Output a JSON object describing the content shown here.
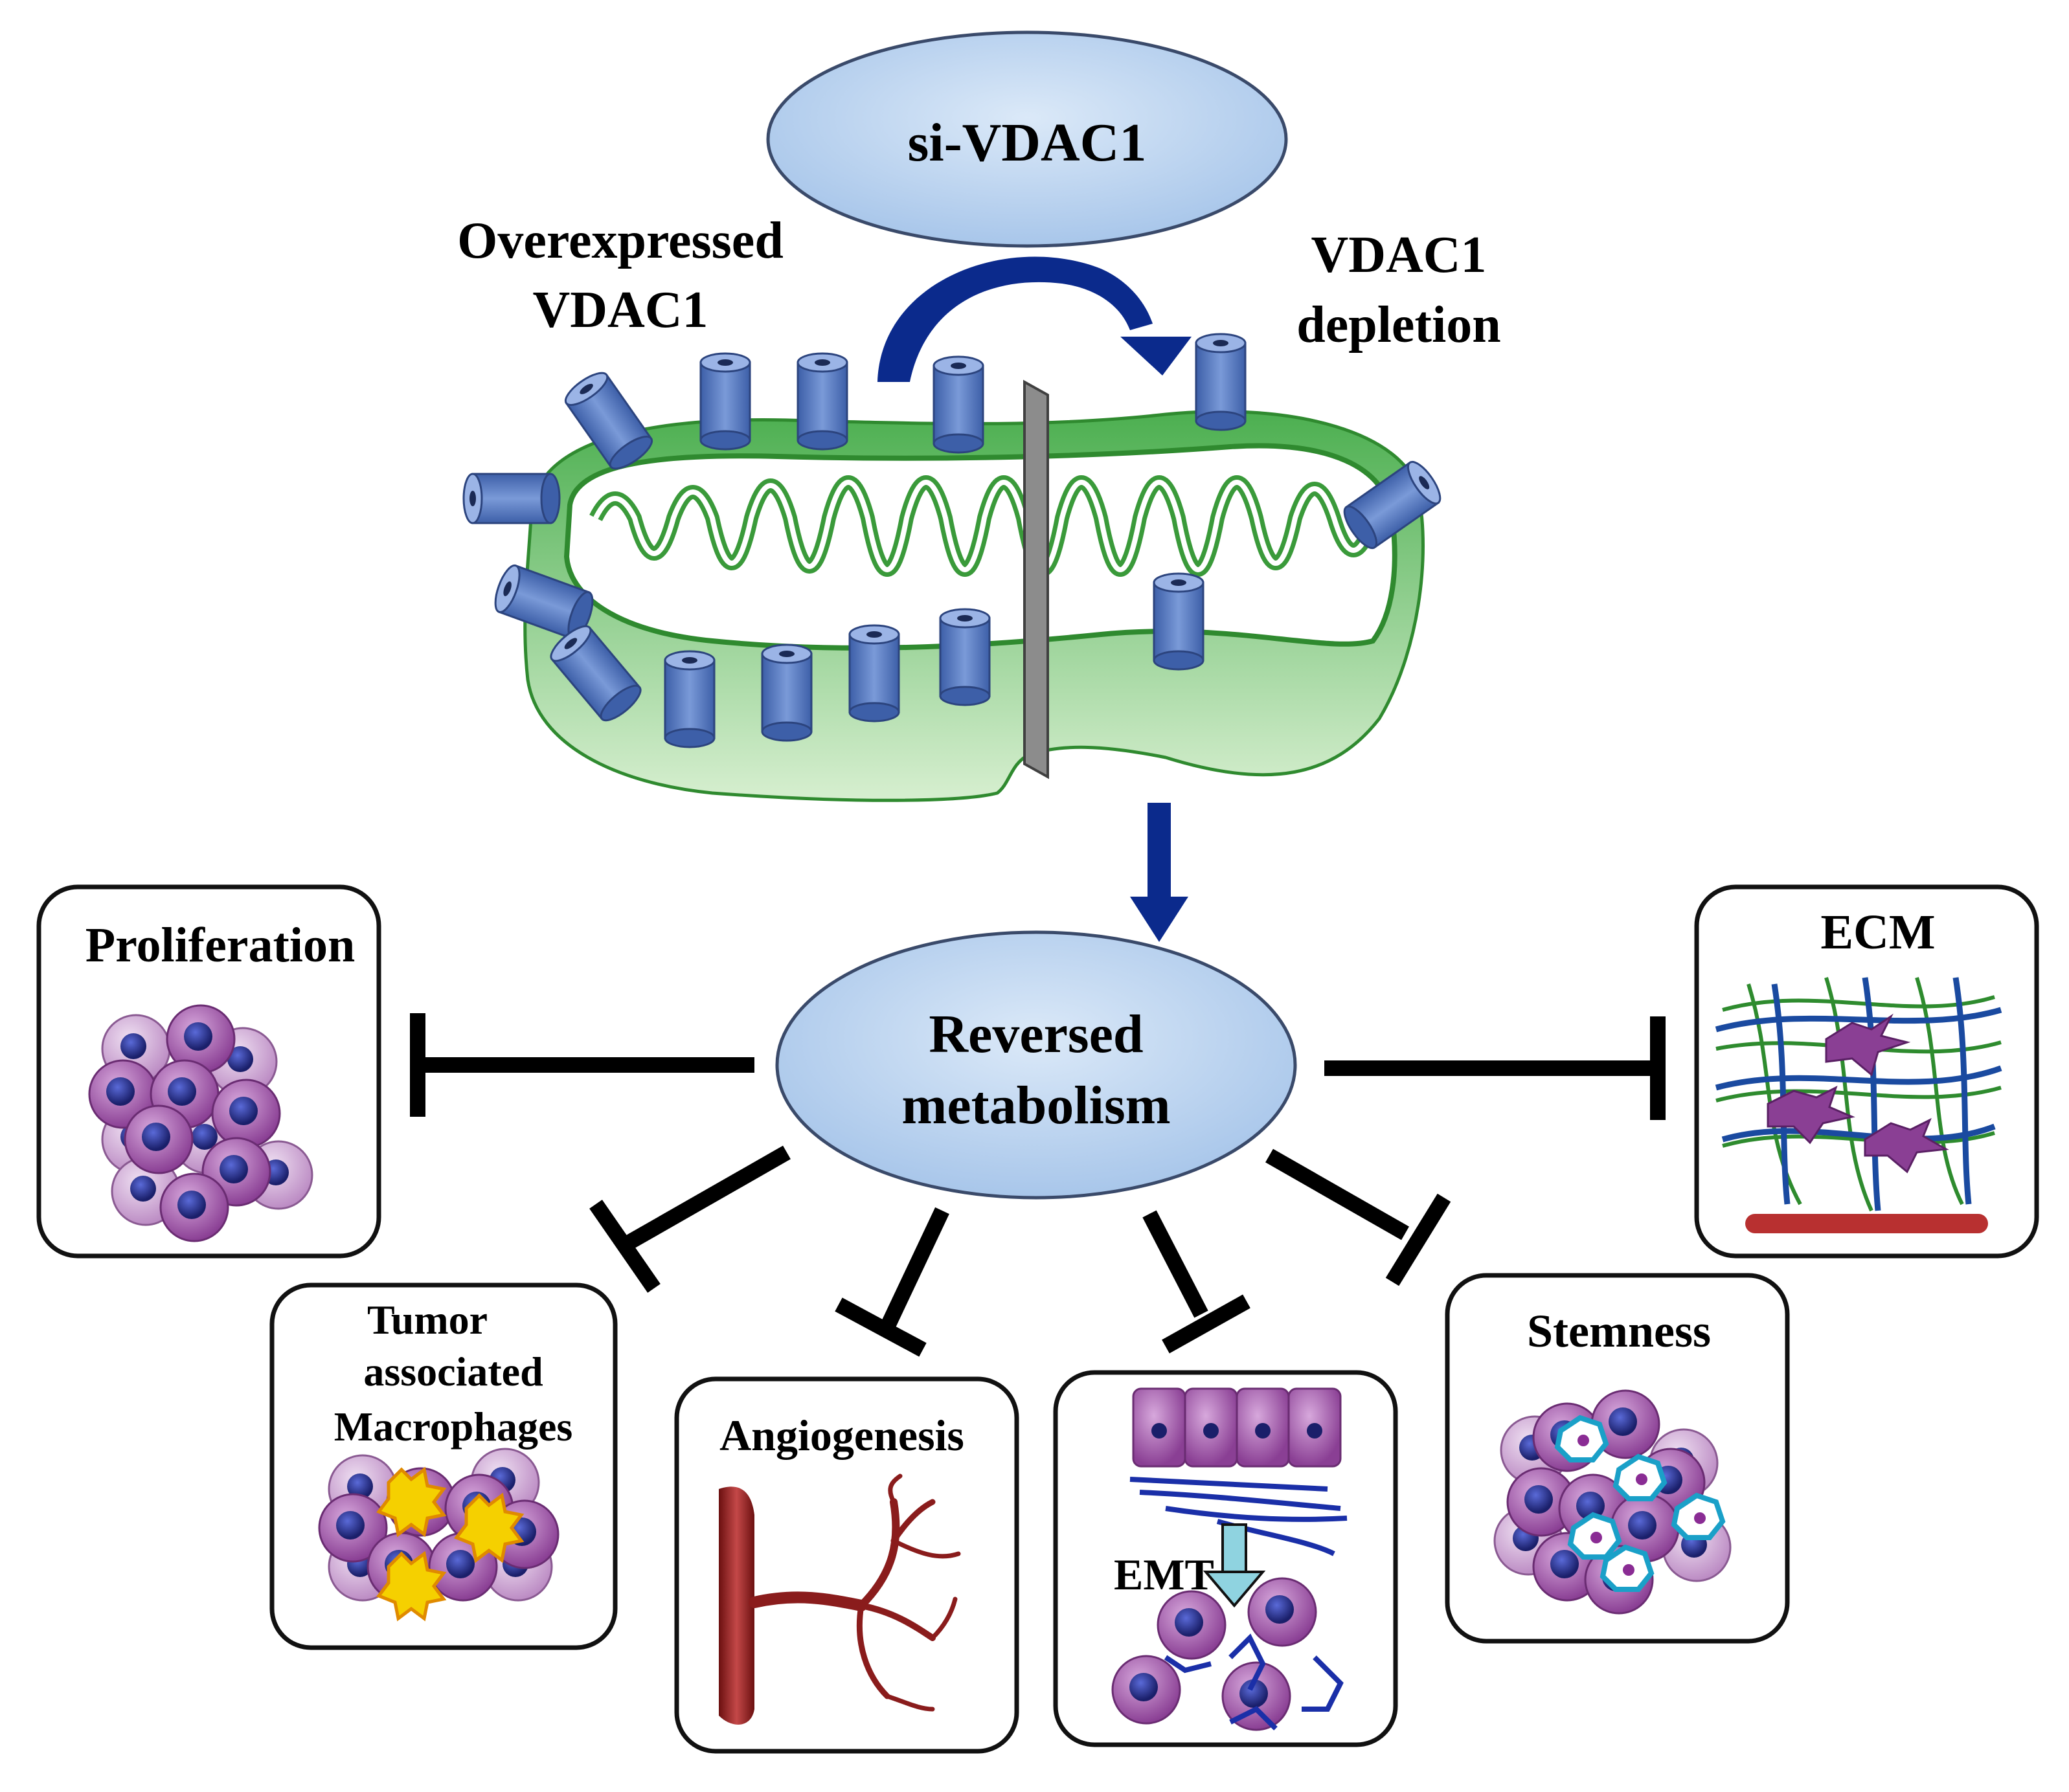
{
  "top_ellipse": {
    "label": "si-VDAC1"
  },
  "left_label": {
    "line1": "Overexpressed",
    "line2": "VDAC1"
  },
  "right_label": {
    "line1": "VDAC1",
    "line2": "depletion"
  },
  "center_ellipse": {
    "line1": "Reversed",
    "line2": "metabolism"
  },
  "boxes": {
    "proliferation": "Proliferation",
    "ecm": "ECM",
    "tam": {
      "line1": "Tumor",
      "line2": "associated",
      "line3": "Macrophages"
    },
    "angiogenesis": "Angiogenesis",
    "emt": {
      "inner_label": "EMT"
    },
    "stemness": "Stemness"
  },
  "colors": {
    "ellipse_fill": "#bcd6f2",
    "arrow_blue": "#0b2a8c",
    "mito_green": "#3a9a3a",
    "vdac_blue": "#5b7fc4",
    "cell_purple": "#a05aa8",
    "nucleus": "#2a2f8a",
    "vessel_red": "#8a1c1c"
  }
}
